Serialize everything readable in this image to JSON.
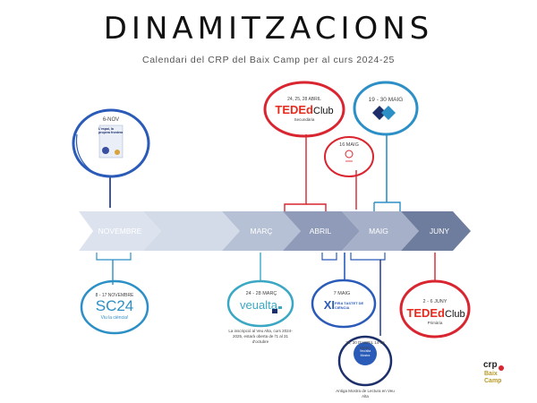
{
  "header": {
    "title": "DINAMITZACIONS",
    "subtitle": "Calendari del CRP del Baix Camp per al curs 2024-25"
  },
  "timeline": {
    "months": [
      "NOVEMBRE",
      "",
      "MARÇ",
      "ABRIL",
      "MAIG",
      "JUNY"
    ],
    "colors": [
      "#dde3ee",
      "#d4dbe8",
      "#b7c1d5",
      "#8f9bb8",
      "#a6b1c9",
      "#6e7c9d"
    ]
  },
  "events": {
    "e6nov": {
      "date": "6-NOV",
      "poster_title": "L'espai, la propera frontera"
    },
    "ted_sec": {
      "date": "24, 25, 28 ABRIL",
      "logo_ted": "TEDEd",
      "logo_club": "Club",
      "caption": "Secundària"
    },
    "e1930": {
      "date": "19 - 30 MAIG"
    },
    "e16maig": {
      "date": "16 MAIG"
    },
    "sc24": {
      "logo": "SC24",
      "tagline": "Viu la ciència!",
      "date": "8 - 17 NOVEMBRE"
    },
    "veualta": {
      "date": "24 - 28 MARÇ",
      "logo": "veualta",
      "note": "La inscripció al Veu Alta, curs 2024-2025, estarà oberta de l'1 al 31 d'octubre"
    },
    "e7maig": {
      "date": "7 MAIG",
      "logo_num": "XI",
      "logo_text": "FIRA TASTET DE CIÈNCIA"
    },
    "ted_pri": {
      "date": "2 - 6 JUNY",
      "logo_ted": "TEDEd",
      "logo_club": "Club",
      "caption": "Primària"
    },
    "e2930": {
      "date": "29, 30 D'ABRIL 14-16 MAIG",
      "badge": "Veu'alta Mostra",
      "caption": "Antiga Mostra de Lectura en Veu Alta"
    }
  },
  "brand": {
    "crp": "crp",
    "line1": "Baix",
    "line2": "Camp"
  },
  "colors": {
    "red": "#d9252f",
    "blue": "#2a5bb8",
    "lightblue": "#2c8fc6",
    "teal": "#3aa7c4",
    "navy": "#1d2f6b"
  }
}
